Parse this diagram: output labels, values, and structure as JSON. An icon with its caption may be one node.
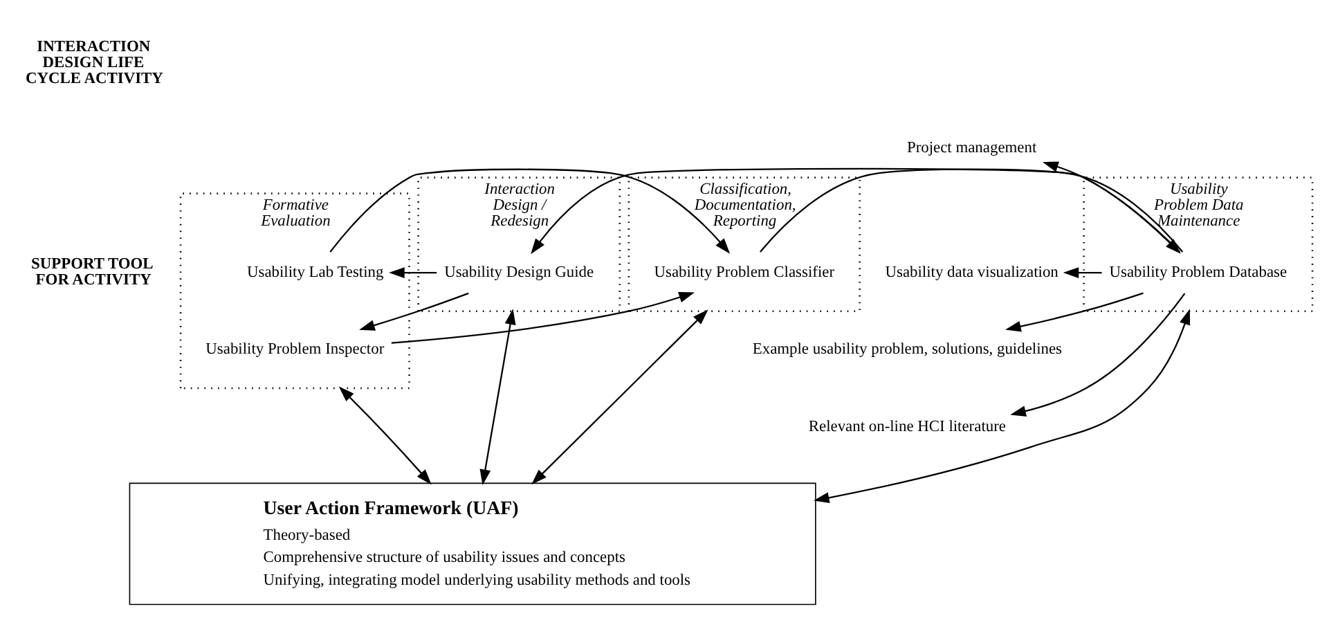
{
  "diagram": {
    "nodes": [
      {
        "text": [
          "Interaction Design / Redesign"
        ]
      },
      {
        "text": [
          "Usability Design Guide"
        ],
        "in": 0
      },
      {
        "text": [
          "Formative Evaluation"
        ]
      },
      {
        "text": [
          "Usability Lab Testing"
        ],
        "in": 2
      },
      {
        "text": [
          "Usability Problem Inspector"
        ],
        "in": 2
      },
      {
        "text": [
          "Classification, Documentation, Reporting"
        ]
      },
      {
        "text": [
          "Usability Problem Classifier"
        ],
        "in": 5
      },
      {
        "text": [
          "Usability Problem Data Maintenance"
        ]
      },
      {
        "text": [
          "Usability Problem Database"
        ],
        "in": 7
      },
      {
        "text": [
          "Project management"
        ]
      },
      {
        "text": [
          "Usability data visualization"
        ]
      },
      {
        "text": [
          "Example usability problem, solutions, guidelines"
        ]
      },
      {
        "text": [
          "Relevant on-line HCI literature"
        ]
      },
      {
        "text": [
          "User Action Framework (UAF)",
          "Theory-based",
          "Comprehensive structure of usability issues and concepts",
          "Unifying, integrating model underlying usability methods and tools"
        ]
      }
    ],
    "edges": [
      {
        "from": 1,
        "to": 3,
        "arrow": "to"
      },
      {
        "from": 1,
        "to": 4,
        "arrow": "to"
      },
      {
        "from": 3,
        "to": 6,
        "arrow": "to"
      },
      {
        "from": 4,
        "to": 6,
        "arrow": "to"
      },
      {
        "from": 6,
        "to": 8,
        "arrow": "to"
      },
      {
        "from": 8,
        "to": 1,
        "arrow": "to"
      },
      {
        "from": 8,
        "to": 9,
        "arrow": "to"
      },
      {
        "from": 8,
        "to": 10,
        "arrow": "to"
      },
      {
        "from": 8,
        "to": 11,
        "arrow": "to"
      },
      {
        "from": 8,
        "to": 12,
        "arrow": "to"
      },
      {
        "from": 0,
        "to": 13,
        "arrow": "both"
      },
      {
        "from": 2,
        "to": 13,
        "arrow": "both"
      },
      {
        "from": 5,
        "to": 13,
        "arrow": "both"
      },
      {
        "from": 7,
        "to": 13,
        "arrow": "both"
      }
    ],
    "labels": [
      "INTERACTION DESIGN LIFE CYCLE ACTIVITY",
      "SUPPORT TOOL FOR ACTIVITY"
    ]
  }
}
